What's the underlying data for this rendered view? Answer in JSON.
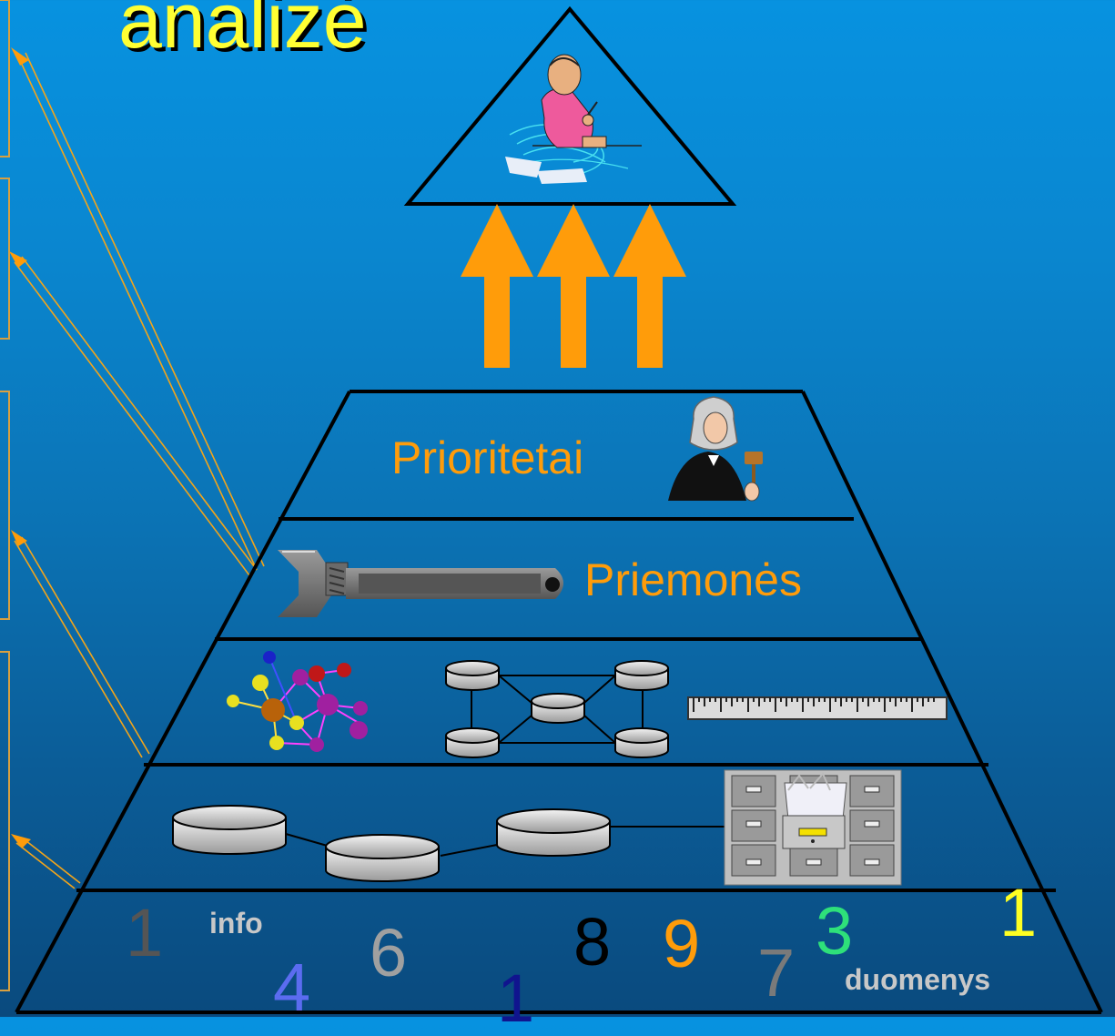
{
  "title": "analizė",
  "levels": {
    "priorities": "Prioritetai",
    "measures": "Priemonės"
  },
  "base": {
    "info_label": "info",
    "data_label": "duomenys",
    "digits": [
      {
        "value": "1",
        "color": "#555555"
      },
      {
        "value": "4",
        "color": "#5b6cf0"
      },
      {
        "value": "6",
        "color": "#a0a0a0"
      },
      {
        "value": "1",
        "color": "#10148e"
      },
      {
        "value": "8",
        "color": "#000000"
      },
      {
        "value": "9",
        "color": "#ff9c0a"
      },
      {
        "value": "7",
        "color": "#7a7a7a"
      },
      {
        "value": "3",
        "color": "#2ee07a"
      },
      {
        "value": "1",
        "color": "#ffff22"
      }
    ]
  },
  "colors": {
    "accent": "#ff9c0a",
    "title": "#ffff33",
    "line": "#000000"
  },
  "icons": [
    "analyst-icon",
    "judge-icon",
    "wrench-icon",
    "molecule-icon",
    "database-network-icon",
    "ruler-icon",
    "database-icon",
    "file-cabinet-icon"
  ]
}
